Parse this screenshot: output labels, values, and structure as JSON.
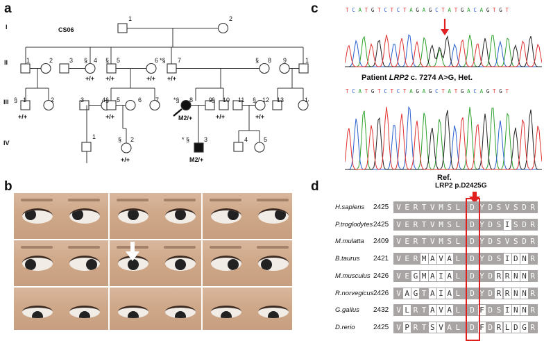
{
  "panels": {
    "a": "a",
    "b": "b",
    "c": "c",
    "d": "d"
  },
  "pedigree": {
    "family_id": "CS06",
    "generations": [
      "I",
      "II",
      "III",
      "IV"
    ],
    "labels": {
      "I1": "1",
      "I2": "2",
      "II1": "1",
      "II2": "2",
      "II3": "3",
      "II4": "4",
      "II5": "5",
      "II6": "6",
      "II7": "7",
      "II8": "8",
      "II9": "9",
      "II10": "10",
      "II4s": "§",
      "II5s": "§",
      "II7s": "*§",
      "II8s": "§",
      "II4g": "+/+",
      "II5g": "+/+",
      "II6g": "+/+",
      "II7g": "+/+",
      "III1": "1",
      "III2": "2",
      "III3": "3",
      "III4": "4",
      "III5": "5",
      "III6": "6",
      "III7": "7",
      "III8": "8",
      "III9": "9",
      "III10": "10",
      "III11": "11",
      "III12": "12",
      "III13": "13",
      "III14": "14",
      "III1s": "§",
      "III5s": "§",
      "III8s": "*§",
      "III10s": "§",
      "III12s": "§",
      "III1g": "+/+",
      "III5g": "+/+",
      "III8g": "M2/+",
      "III10g": "+/+",
      "III12g": "+/+",
      "IV1": "1",
      "IV2": "2",
      "IV3": "3",
      "IV4": "4",
      "IV5": "5",
      "IV2s": "§",
      "IV3s": "* §",
      "IV2g": "+/+",
      "IV3g": "M2/+"
    }
  },
  "sequencing": {
    "bases": [
      "T",
      "C",
      "A",
      "T",
      "G",
      "T",
      "C",
      "T",
      "C",
      "T",
      "A",
      "G",
      "A",
      "G",
      "C",
      "T",
      "A",
      "T",
      "G",
      "A",
      "C",
      "A",
      "G",
      "T",
      "G",
      "T"
    ],
    "base_colors": {
      "A": "#2aa02a",
      "C": "#2a5fd0",
      "G": "#222222",
      "T": "#e03030"
    },
    "patient_caption_pre": "Patient ",
    "patient_gene": "LRP2",
    "patient_caption_post": " c. 7274 A>G, Het.",
    "ref_caption": "Ref."
  },
  "alignment": {
    "title": "LRP2 p.D2425G",
    "rows": [
      {
        "species": "H.sapiens",
        "pos": "2425",
        "seq": "VERTVMSL",
        "site": "D",
        "tail": "YDSVSDR",
        "white": []
      },
      {
        "species": "P.troglodytes",
        "pos": "2425",
        "seq": "VERTVMSL",
        "site": "D",
        "tail": "YDSISDR",
        "white": [
          12
        ]
      },
      {
        "species": "M.mulatta",
        "pos": "2409",
        "seq": "VERTVMSL",
        "site": "D",
        "tail": "YDSVSDR",
        "white": []
      },
      {
        "species": "B.taurus",
        "pos": "2421",
        "seq": "VERMAVAL",
        "site": "D",
        "tail": "YDSIDNR",
        "white": [
          3,
          4,
          5,
          6,
          12,
          13,
          14
        ]
      },
      {
        "species": "M.musculus",
        "pos": "2426",
        "seq": "VEGMAIAL",
        "site": "D",
        "tail": "YDRRNNR",
        "white": [
          2,
          3,
          4,
          5,
          6,
          11,
          12,
          13,
          14
        ]
      },
      {
        "species": "R.norvegicus",
        "pos": "2426",
        "seq": "VAGTAIAL",
        "site": "D",
        "tail": "YDRRNNR",
        "white": [
          1,
          2,
          4,
          5,
          6,
          11,
          12,
          13,
          14
        ]
      },
      {
        "species": "G.gallus",
        "pos": "2432",
        "seq": "VLRTAVAL",
        "site": "D",
        "tail": "FDSINNR",
        "white": [
          1,
          4,
          5,
          6,
          9,
          12,
          13,
          14
        ]
      },
      {
        "species": "D.rerio",
        "pos": "2425",
        "seq": "VPRTSVAL",
        "site": "D",
        "tail": "FDRLDGR",
        "white": [
          1,
          4,
          5,
          9,
          11,
          12,
          13,
          14
        ]
      }
    ]
  }
}
